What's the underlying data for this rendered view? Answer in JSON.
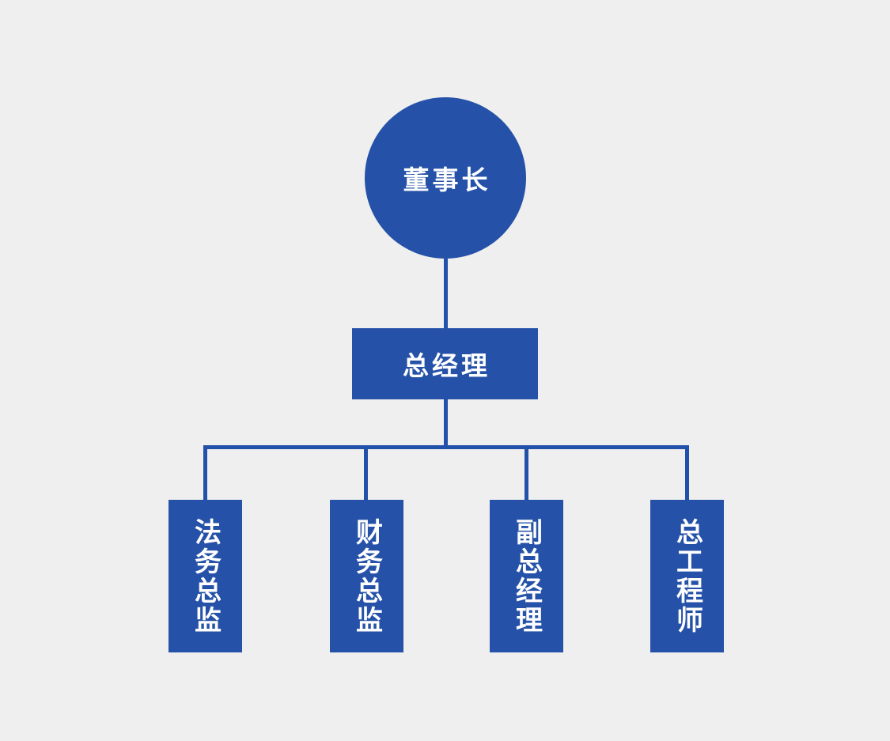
{
  "org_chart": {
    "type": "org-tree",
    "root": {
      "label": "董事长",
      "shape": "circle"
    },
    "level2": {
      "label": "总经理",
      "shape": "rectangle"
    },
    "leaves": [
      {
        "label": "法务总监",
        "shape": "vertical-rectangle"
      },
      {
        "label": "财务总监",
        "shape": "vertical-rectangle"
      },
      {
        "label": "副总经理",
        "shape": "vertical-rectangle"
      },
      {
        "label": "总工程师",
        "shape": "vertical-rectangle"
      }
    ]
  },
  "colors": {
    "background": "#efefef",
    "node_fill": "#2552a8",
    "line_color": "#2151a8",
    "text_color": "#ffffff"
  }
}
